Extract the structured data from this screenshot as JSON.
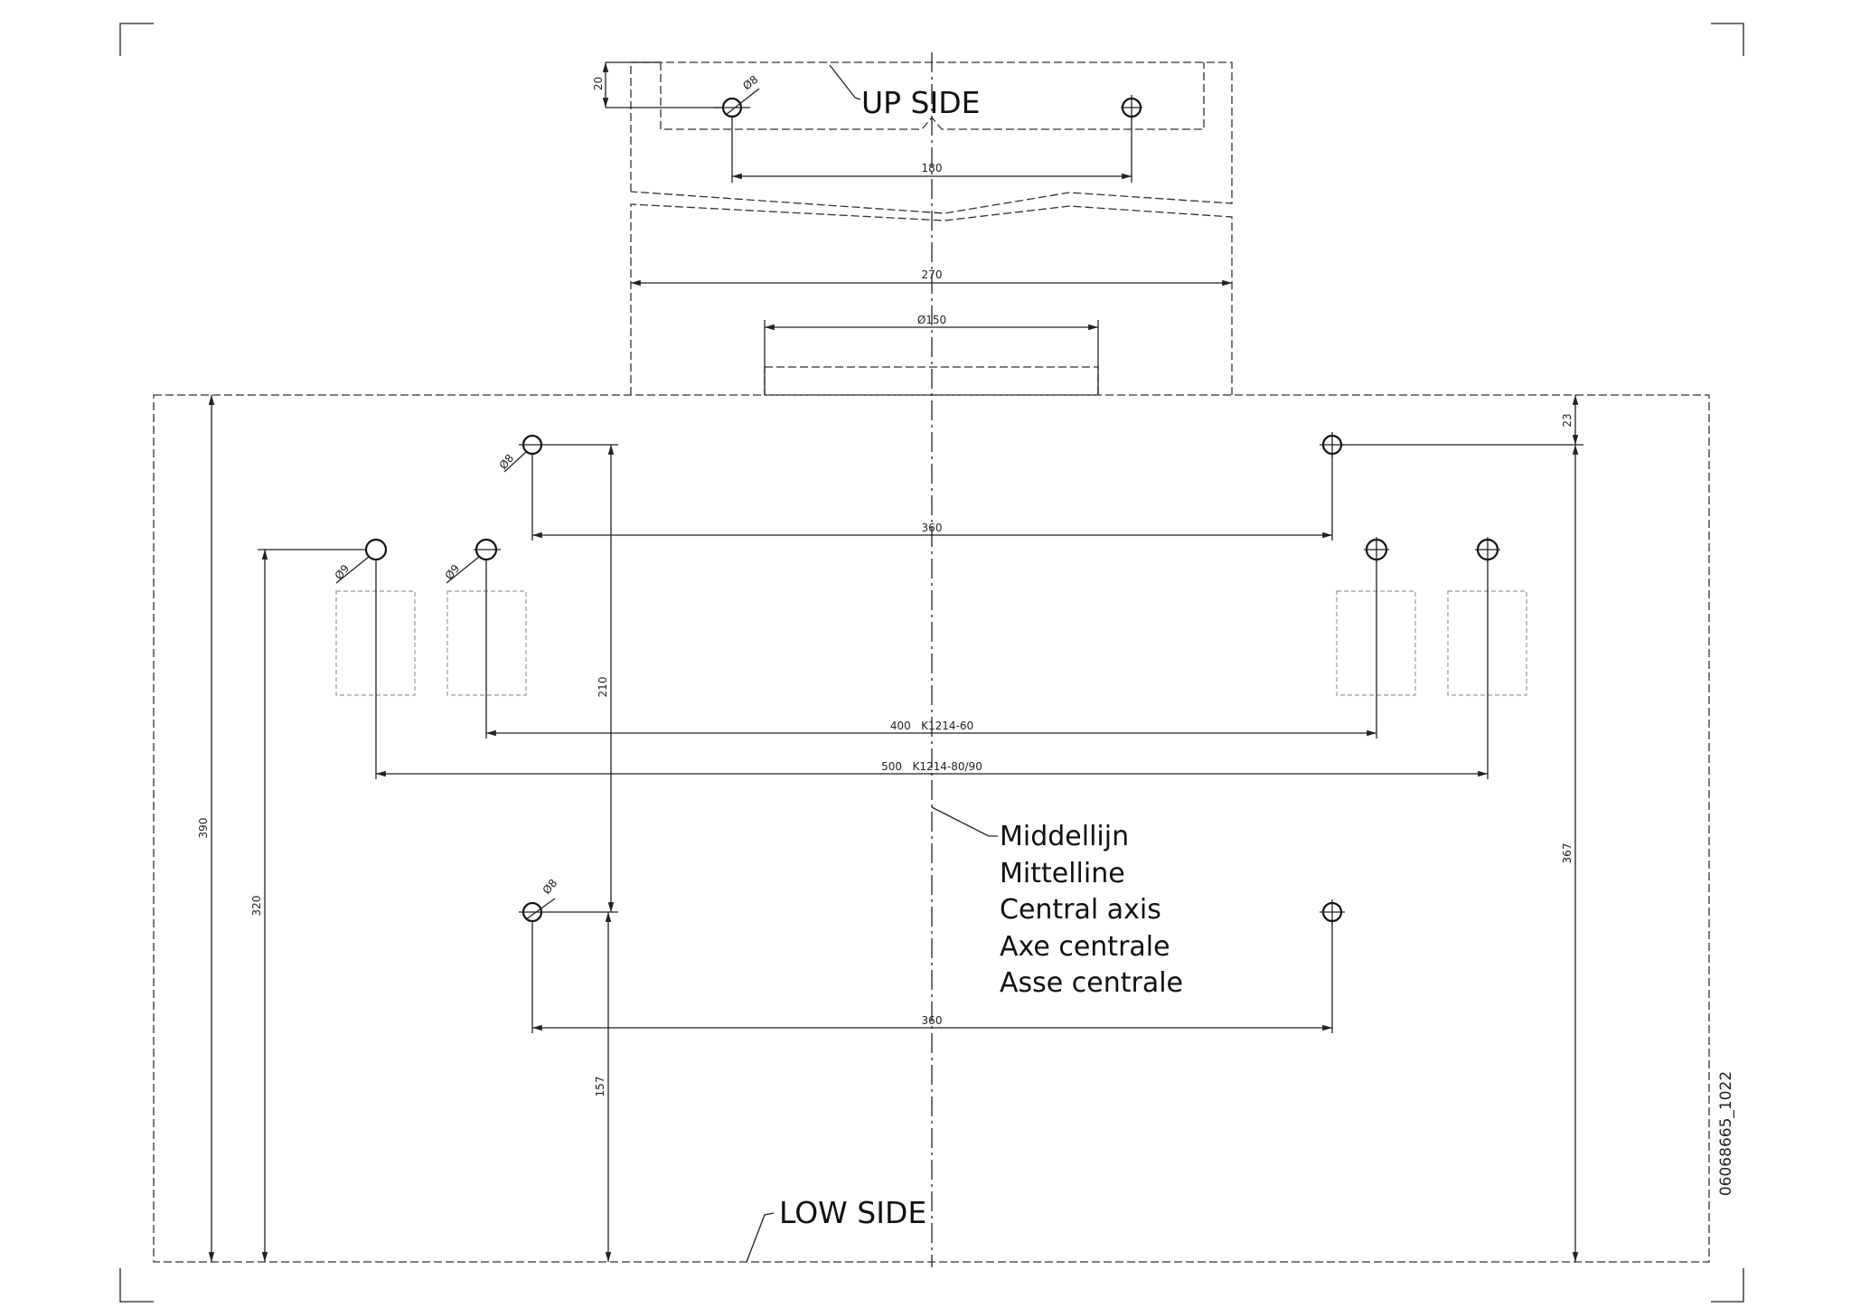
{
  "labels": {
    "up_side": "UP SIDE",
    "low_side": "LOW SIDE",
    "axis_notes": [
      "Middellijn",
      "Mittelline",
      "Central axis",
      "Axe centrale",
      "Asse centrale"
    ],
    "drawing_number": "06068665_1022"
  },
  "dimensions": {
    "top_offset": "20",
    "top_holes": "180",
    "top_width": "270",
    "flange_dia": "Ø150",
    "hole_dia_8": "Ø8",
    "hole_dia_9": "Ø9",
    "upper_holes": "360",
    "lower_holes": "360",
    "k1214_60": "400   K1214-60",
    "k1214_80_90": "500   K1214-80/90",
    "hole_vertical": "210",
    "bottom_to_hole": "157",
    "total_height": "390",
    "row9_height": "320",
    "right_height": "367",
    "top_margin": "23"
  }
}
